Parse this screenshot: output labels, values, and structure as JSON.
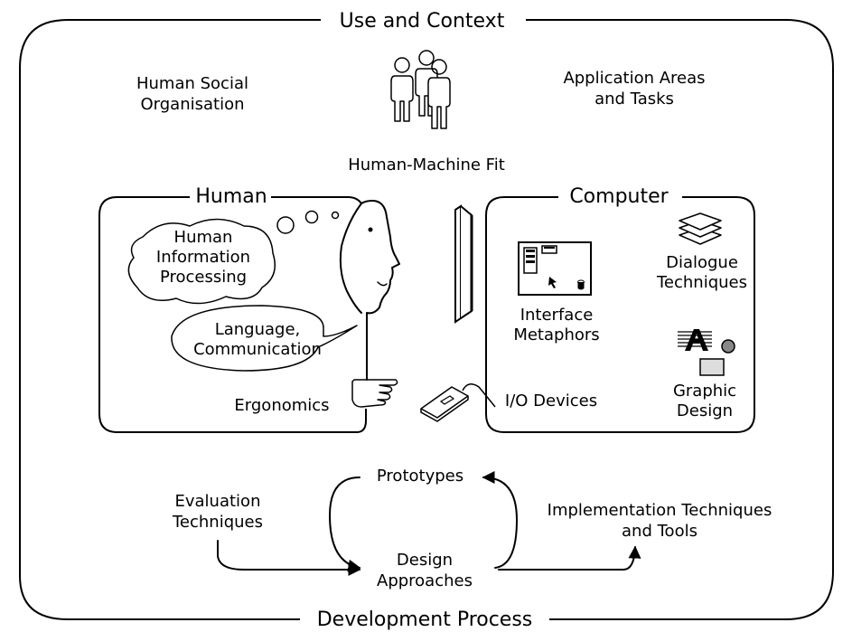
{
  "use_context": {
    "title": "Use and Context",
    "social": [
      "Human Social",
      "Organisation"
    ],
    "application": [
      "Application Areas",
      "and Tasks"
    ],
    "fit": "Human-Machine Fit"
  },
  "human": {
    "title": "Human",
    "info_processing": [
      "Human",
      "Information",
      "Processing"
    ],
    "language": [
      "Language,",
      "Communication"
    ],
    "ergonomics": "Ergonomics"
  },
  "computer": {
    "title": "Computer",
    "dialogue": [
      "Dialogue",
      "Techniques"
    ],
    "metaphors": [
      "Interface",
      "Metaphors"
    ],
    "io": "I/O Devices",
    "graphic": [
      "Graphic",
      "Design"
    ]
  },
  "development": {
    "title": "Development Process",
    "prototypes": "Prototypes",
    "evaluation": [
      "Evaluation",
      "Techniques"
    ],
    "design": [
      "Design",
      "Approaches"
    ],
    "implementation": [
      "Implementation Techniques",
      "and Tools"
    ]
  },
  "icons": {
    "people": "people-group-icon",
    "monitor": "monitor-icon",
    "mouse": "mouse-icon",
    "layers": "layers-icon",
    "screen": "interface-screen-icon",
    "graphic": "graphic-design-icon"
  }
}
